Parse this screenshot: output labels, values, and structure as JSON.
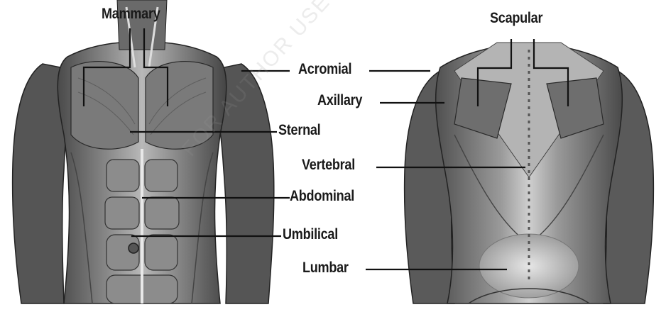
{
  "labels": {
    "mammary": "Mammary",
    "scapular": "Scapular",
    "acromial": "Acromial",
    "axillary": "Axillary",
    "sternal": "Sternal",
    "vertebral": "Vertebral",
    "abdominal": "Abdominal",
    "umbilical": "Umbilical",
    "lumbar": "Lumbar"
  },
  "watermark": "FOR AUTHOR USE ONLY",
  "figures": [
    "anterior-torso-musculature",
    "posterior-torso-musculature"
  ],
  "colors": {
    "label": "#1a1a1a",
    "leader": "#111111",
    "skin_dark": "#3d3d3d",
    "skin_light": "#d8d8d8"
  }
}
